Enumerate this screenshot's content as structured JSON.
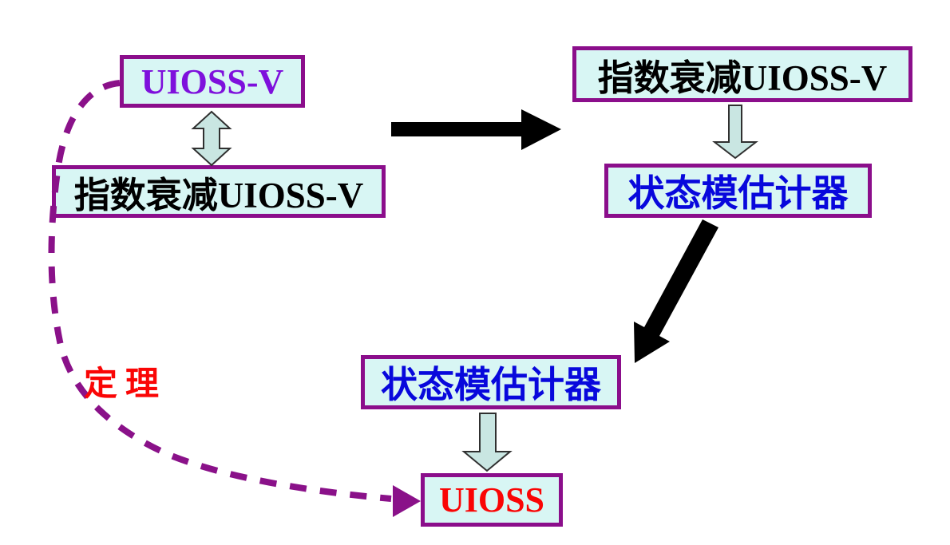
{
  "colors": {
    "box_fill": "#D8F6F4",
    "box_border": "#8B0E8B",
    "block_arrow_fill": "#C9E6E2",
    "block_arrow_stroke": "#303030",
    "black_text": "#000000",
    "purple_text": "#7E10DC",
    "blue_text": "#0808DC",
    "red_text": "#FA0505",
    "dashed_arrow": "#8A1189"
  },
  "nodes": {
    "uioss_v": {
      "label": "UIOSS-V"
    },
    "exp_decay_left": {
      "label": "指数衰减UIOSS-V"
    },
    "exp_decay_right": {
      "label": "指数衰减UIOSS-V"
    },
    "state_estimator_right": {
      "label": "状态模估计器"
    },
    "state_estimator_bottom": {
      "label": "状态模估计器"
    },
    "uioss": {
      "label": "UIOSS"
    }
  },
  "annotations": {
    "theorem_label": "定理"
  }
}
